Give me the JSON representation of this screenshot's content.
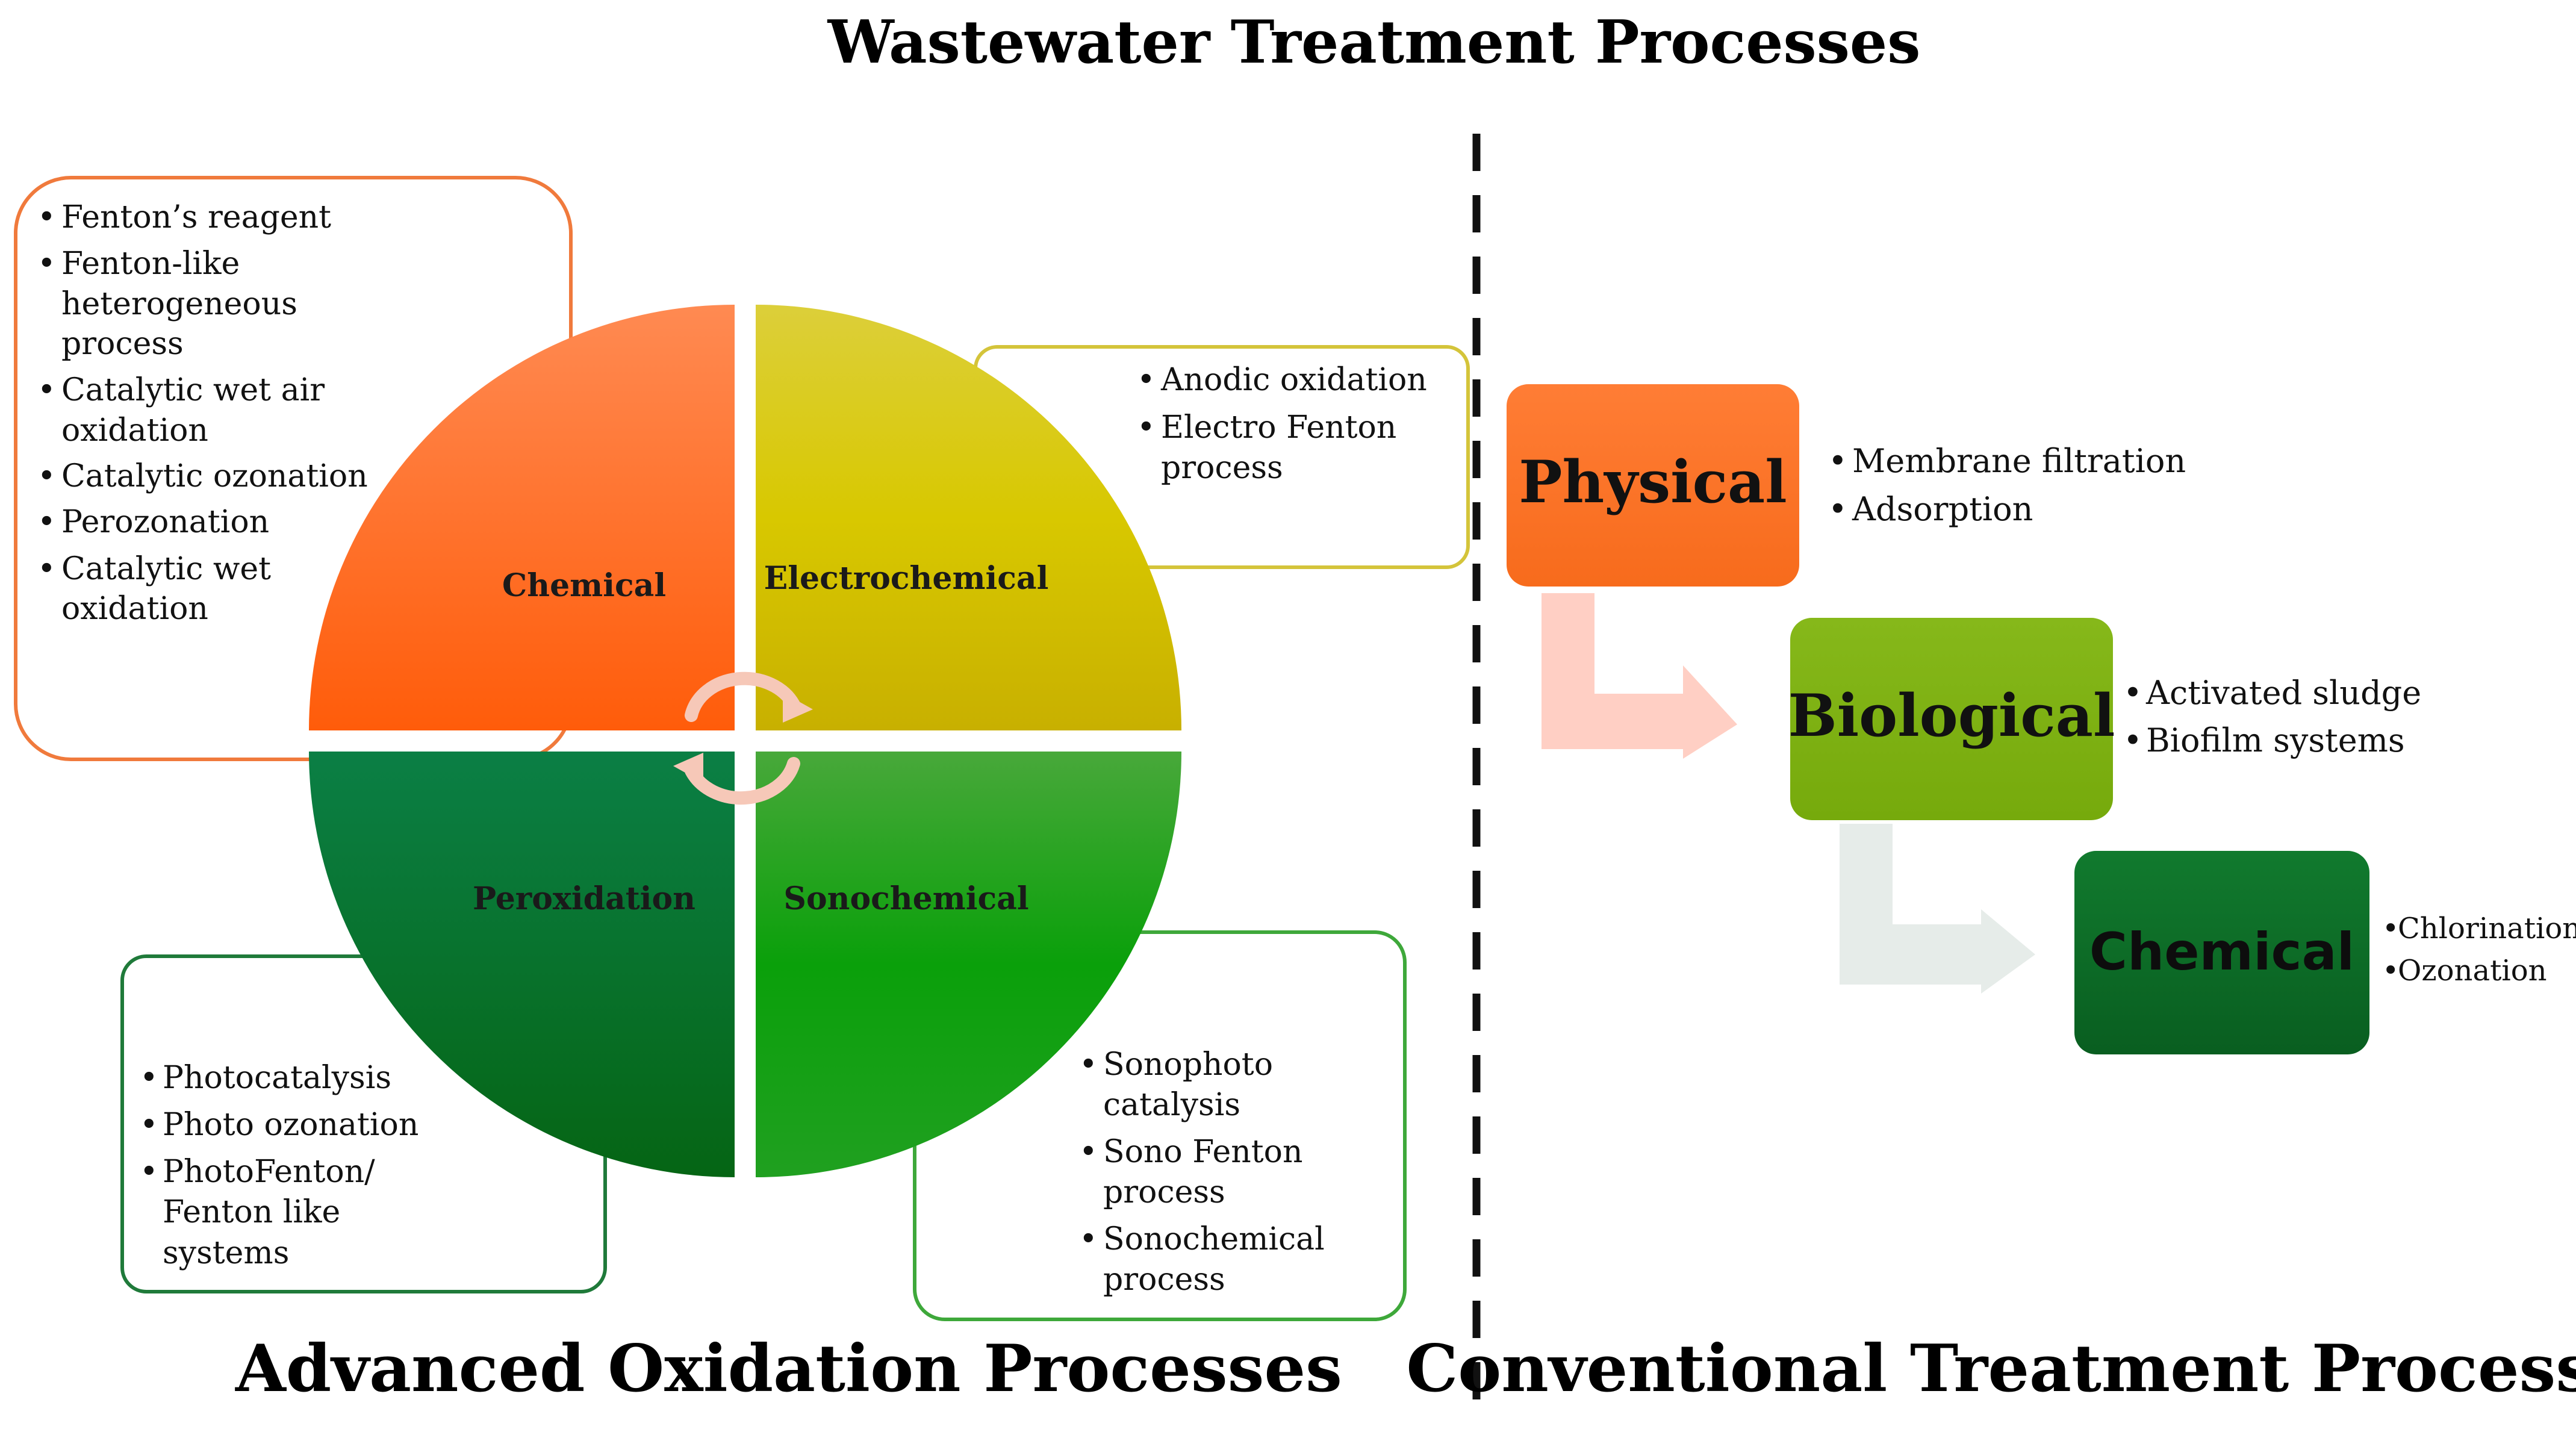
{
  "title": "Wastewater Treatment Processes",
  "aop": {
    "section_label": "Advanced Oxidation Processes",
    "quadrants": [
      {
        "name": "Chemical",
        "color": "#ff6a1a"
      },
      {
        "name": "Electrochemical",
        "color": "#d6c000"
      },
      {
        "name": "Peroxidation",
        "color": "#0a7a33"
      },
      {
        "name": "Sonochemical",
        "color": "#14a41c"
      }
    ],
    "boxes": {
      "chemical": {
        "border_color": "#f07a3c",
        "items": [
          [
            "Fenton’s reagent"
          ],
          [
            "Fenton-like",
            "heterogeneous",
            "process"
          ],
          [
            "Catalytic wet air",
            "oxidation"
          ],
          [
            "Catalytic ozonation"
          ],
          [
            "Perozonation"
          ],
          [
            "Catalytic wet",
            "oxidation"
          ]
        ]
      },
      "electrochemical": {
        "border_color": "#d4c43a",
        "items": [
          [
            "Anodic oxidation"
          ],
          [
            "Electro Fenton",
            "process"
          ]
        ]
      },
      "peroxidation": {
        "border_color": "#1f7a3a",
        "items": [
          [
            "Photocatalysis"
          ],
          [
            "Photo ozonation"
          ],
          [
            "PhotoFenton/",
            "Fenton like",
            "systems"
          ]
        ]
      },
      "sonochemical": {
        "border_color": "#3ea83a",
        "items": [
          [
            "Sonophoto",
            "catalysis"
          ],
          [
            "Sono Fenton",
            "process"
          ],
          [
            "Sonochemical",
            "process"
          ]
        ]
      }
    }
  },
  "conventional": {
    "section_label": "Conventional Treatment Processes",
    "steps": [
      {
        "name": "Physical",
        "color": "#fb7325",
        "items": [
          "Membrane filtration",
          "Adsorption"
        ]
      },
      {
        "name": "Biological",
        "color": "#7fb311",
        "items": [
          "Activated sludge",
          "Biofilm systems"
        ]
      },
      {
        "name": "Chemical",
        "color": "#0b6a26",
        "items": [
          "Chlorination",
          "Ozonation"
        ]
      }
    ]
  }
}
